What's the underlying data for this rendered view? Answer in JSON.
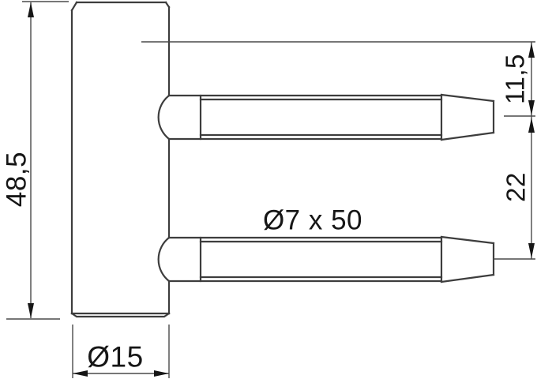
{
  "drawing": {
    "type": "technical-drawing",
    "part": "hinge-frame-part-side-view",
    "labels": {
      "overall_height": "48,5",
      "top_pin_offset": "11,5",
      "pin_spacing": "22",
      "pin_size": "Ø7 x 50",
      "body_diameter": "Ø15"
    },
    "colors": {
      "background": "#ffffff",
      "object_line": "#3d3d3d",
      "dim_line": "#4a4a4a",
      "text": "#161616"
    }
  }
}
